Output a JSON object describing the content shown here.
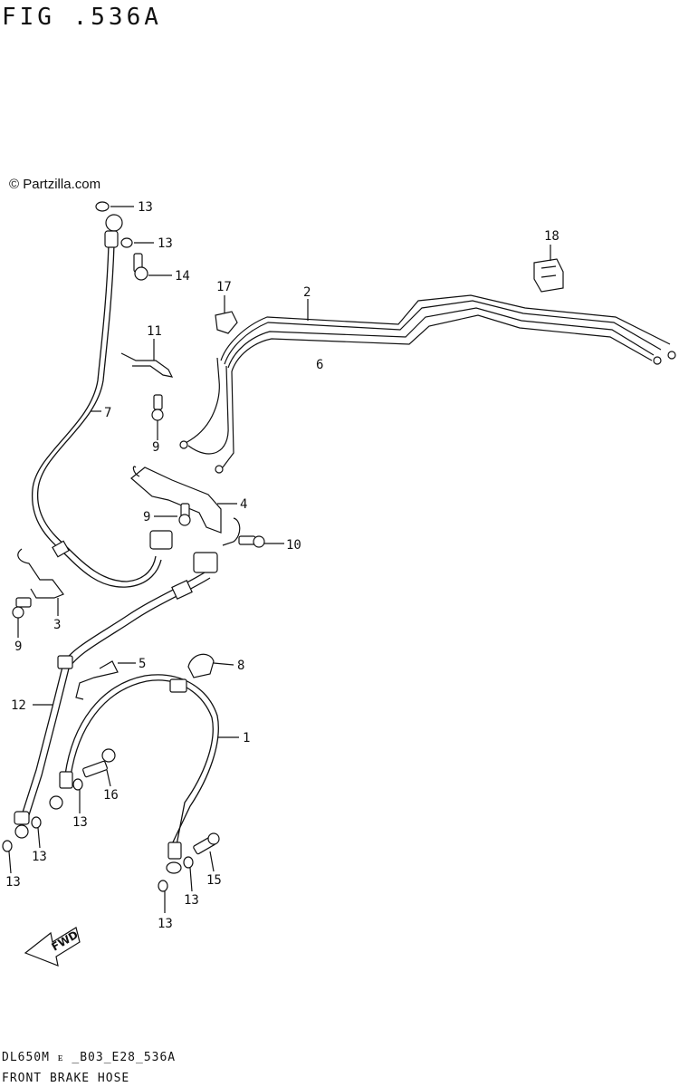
{
  "figure": {
    "title": "FIG .536A",
    "copyright": "© Partzilla.com",
    "code": "DL650M ᴇ _B03_E28_536A",
    "name": "FRONT BRAKE HOSE"
  },
  "callouts": [
    {
      "id": "c13a",
      "text": "13"
    },
    {
      "id": "c13b",
      "text": "13"
    },
    {
      "id": "c14",
      "text": "14"
    },
    {
      "id": "c18",
      "text": "18"
    },
    {
      "id": "c17",
      "text": "17"
    },
    {
      "id": "c2",
      "text": "2"
    },
    {
      "id": "c6",
      "text": "6"
    },
    {
      "id": "c11",
      "text": "11"
    },
    {
      "id": "c7",
      "text": "7"
    },
    {
      "id": "c9a",
      "text": "9"
    },
    {
      "id": "c4",
      "text": "4"
    },
    {
      "id": "c9b",
      "text": "9"
    },
    {
      "id": "c10",
      "text": "10"
    },
    {
      "id": "c3",
      "text": "3"
    },
    {
      "id": "c9c",
      "text": "9"
    },
    {
      "id": "c5",
      "text": "5"
    },
    {
      "id": "c8",
      "text": "8"
    },
    {
      "id": "c12",
      "text": "12"
    },
    {
      "id": "c1",
      "text": "1"
    },
    {
      "id": "c16",
      "text": "16"
    },
    {
      "id": "c13c",
      "text": "13"
    },
    {
      "id": "c13d",
      "text": "13"
    },
    {
      "id": "c13e",
      "text": "13"
    },
    {
      "id": "c15",
      "text": "15"
    },
    {
      "id": "c13f",
      "text": "13"
    },
    {
      "id": "c13g",
      "text": "13"
    }
  ],
  "fwd_arrow": {
    "text": "FWD"
  }
}
